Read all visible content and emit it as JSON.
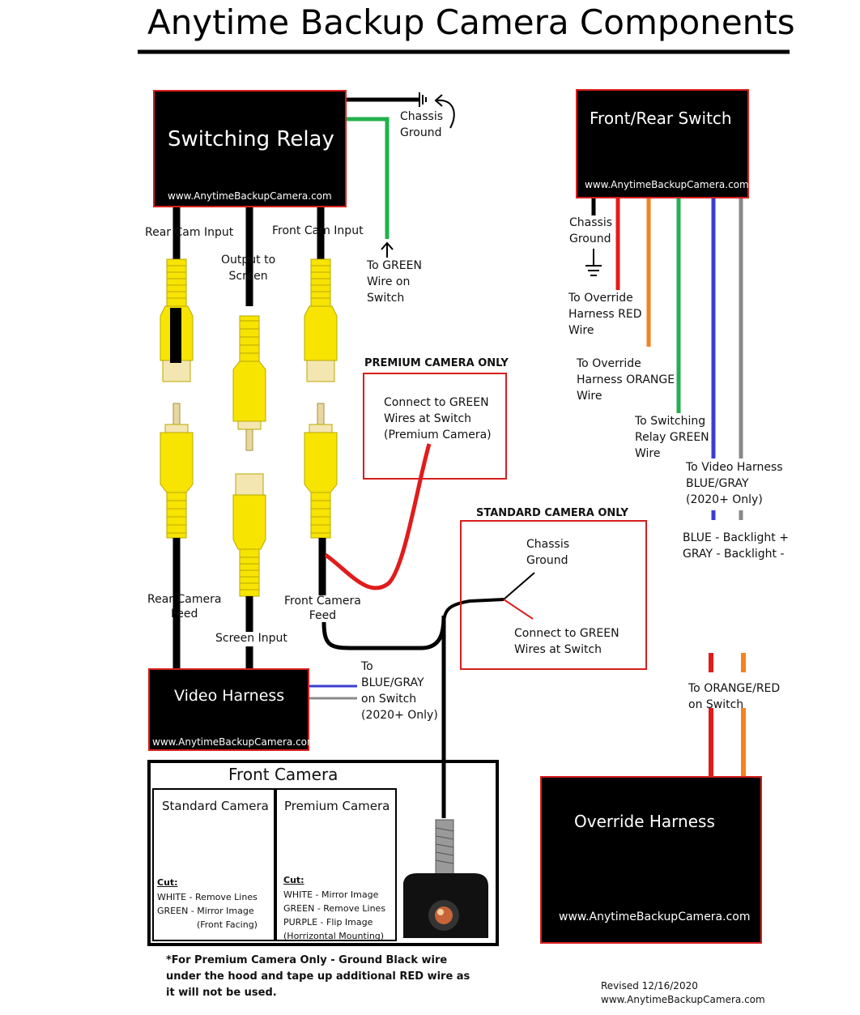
{
  "title": "Anytime Backup Camera Components",
  "colors": {
    "relay_border": "#d81e1e",
    "wire_green": "#22b14c",
    "wire_red": "#e01c1c",
    "wire_orange": "#f5821f",
    "wire_blue": "#3b3fd1",
    "wire_gray": "#8a8a8a",
    "rca_yellow": "#f7e400"
  },
  "website": "www.AnytimeBackupCamera.com",
  "relay": {
    "name": "Switching Relay",
    "chassis_ground": "Chassis\nGround",
    "to_green": "To GREEN\nWire on\nSwitch",
    "rear_cam_input": "Rear Cam Input",
    "output_to_screen": "Output to\nScreen",
    "front_cam_input": "Front Cam Input"
  },
  "switch": {
    "name": "Front/Rear Switch",
    "chassis_ground": "Chassis\nGround",
    "to_override_red": "To Override\nHarness RED\nWire",
    "to_override_orange": "To Override\nHarness ORANGE\nWire",
    "to_relay_green": "To Switching\nRelay GREEN\nWire",
    "to_video_harness": "To Video Harness\nBLUE/GRAY\n(2020+ Only)",
    "backlight": "BLUE - Backlight +\nGRAY - Backlight -"
  },
  "premium": {
    "heading": "PREMIUM CAMERA ONLY",
    "text": "Connect to GREEN\nWires at Switch\n(Premium Camera)"
  },
  "standard": {
    "heading": "STANDARD CAMERA ONLY",
    "chassis_ground": "Chassis\nGround",
    "text": "Connect to GREEN\nWires at Switch"
  },
  "feeds": {
    "rear_camera_feed": "Rear Camera\nFeed",
    "front_camera_feed": "Front Camera\nFeed",
    "screen_input": "Screen Input"
  },
  "video_harness": {
    "name": "Video Harness",
    "label": "To\nBLUE/GRAY\non Switch\n(2020+ Only)"
  },
  "front_camera": {
    "title": "Front Camera",
    "standard_title": "Standard Camera",
    "premium_title": "Premium Camera",
    "cut": "Cut:",
    "standard_cut": "WHITE - Remove Lines\nGREEN - Mirror Image\n              (Front Facing)",
    "premium_cut": "WHITE - Mirror Image\nGREEN - Remove Lines\nPURPLE - Flip Image\n(Horrizontal Mounting)"
  },
  "override": {
    "name": "Override Harness",
    "label": "To ORANGE/RED\non Switch"
  },
  "note": "*For Premium Camera Only - Ground Black wire\nunder the hood and tape up additional RED wire as\nit will not be used.",
  "revised": "Revised 12/16/2020"
}
